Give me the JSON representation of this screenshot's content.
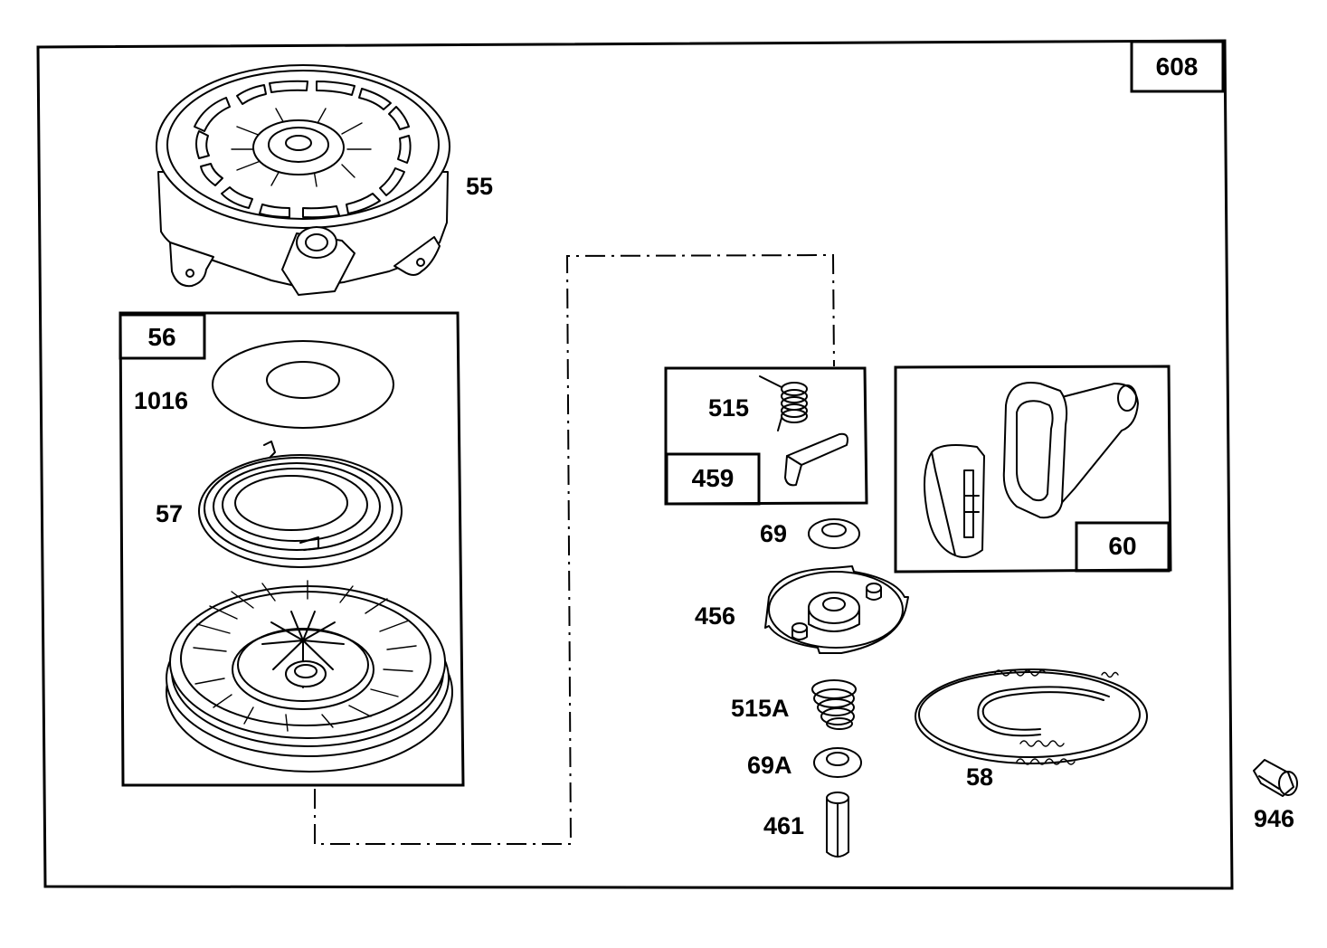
{
  "diagram": {
    "assembly_number": "608",
    "kit_labels": {
      "rewind_kit": "56",
      "pawl_kit": "459",
      "handle_kit": "60"
    },
    "part_labels": {
      "housing": "55",
      "washer_large": "1016",
      "rewind_spring": "57",
      "spring_515": "515",
      "washer_69": "69",
      "ratchet_456": "456",
      "spring_515a": "515A",
      "washer_69a": "69A",
      "pin_461": "461",
      "rope_58": "58",
      "part_946": "946"
    }
  }
}
